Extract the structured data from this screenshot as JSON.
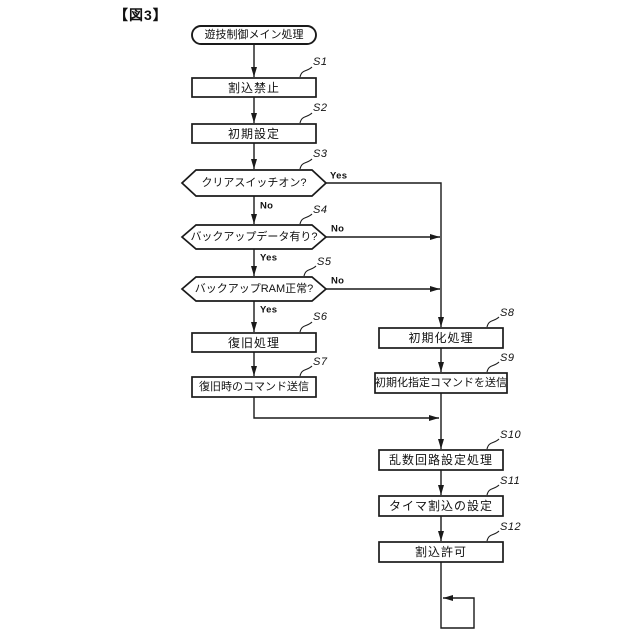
{
  "figure_label": "【図3】",
  "flowchart": {
    "start_label": "遊技制御メイン処理",
    "steps": [
      {
        "id": "S1",
        "label": "割込禁止",
        "type": "process"
      },
      {
        "id": "S2",
        "label": "初期設定",
        "type": "process"
      },
      {
        "id": "S3",
        "label": "クリアスイッチオン?",
        "type": "decision",
        "yes": "Yes",
        "no": "No"
      },
      {
        "id": "S4",
        "label": "バックアップデータ有り?",
        "type": "decision",
        "yes": "Yes",
        "no": "No"
      },
      {
        "id": "S5",
        "label": "バックアップRAM正常?",
        "type": "decision",
        "yes": "Yes",
        "no": "No"
      },
      {
        "id": "S6",
        "label": "復旧処理",
        "type": "process"
      },
      {
        "id": "S7",
        "label": "復旧時のコマンド送信",
        "type": "process"
      },
      {
        "id": "S8",
        "label": "初期化処理",
        "type": "process"
      },
      {
        "id": "S9",
        "label": "初期化指定コマンドを送信",
        "type": "process"
      },
      {
        "id": "S10",
        "label": "乱数回路設定処理",
        "type": "process"
      },
      {
        "id": "S11",
        "label": "タイマ割込の設定",
        "type": "process"
      },
      {
        "id": "S12",
        "label": "割込許可",
        "type": "process"
      }
    ],
    "colors": {
      "line": "#1a1a1a",
      "background": "#ffffff"
    }
  }
}
